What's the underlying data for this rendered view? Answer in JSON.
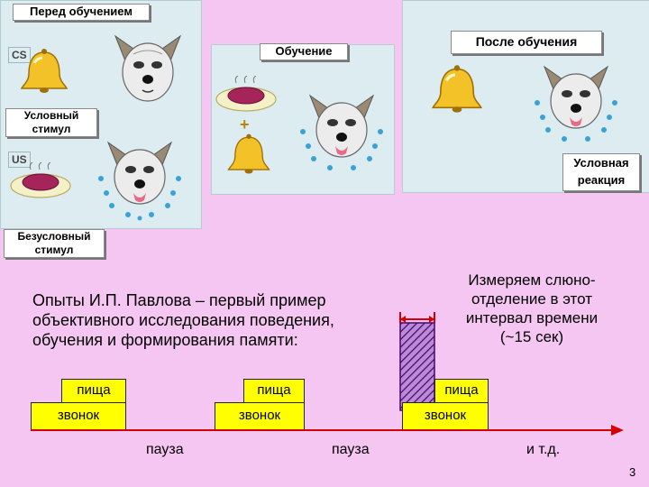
{
  "panel_labels": {
    "before": "Перед обучением",
    "training": "Обучение",
    "after": "После обучения"
  },
  "tags": {
    "cs": "CS",
    "us": "US"
  },
  "stimuli": {
    "conditioned": "Условный стимул",
    "unconditioned": "Безусловный стимул",
    "response": "Условная реакция"
  },
  "plus_sign": "+",
  "description": "Опыты И.П. Павлова – первый пример объективного исследования поведения, обучения и формирования памяти:",
  "measure_note": "Измеряем слюно- отделение в этот интервал времени (~15 сек)",
  "timeline": {
    "food_label": "пища",
    "bell_label": "звонок",
    "pause_label": "пауза",
    "etc_label": "и т.д."
  },
  "page_number": "3",
  "colors": {
    "background": "#f6c6f2",
    "panel": "#dcecf0",
    "box": "#ffff00",
    "axis": "#d40000",
    "hatch": "#6a0a8c"
  },
  "icons": [
    "bell-icon",
    "food-plate-icon",
    "dog-face-icon",
    "saliva-drops-icon",
    "timeline-arrow-icon"
  ]
}
